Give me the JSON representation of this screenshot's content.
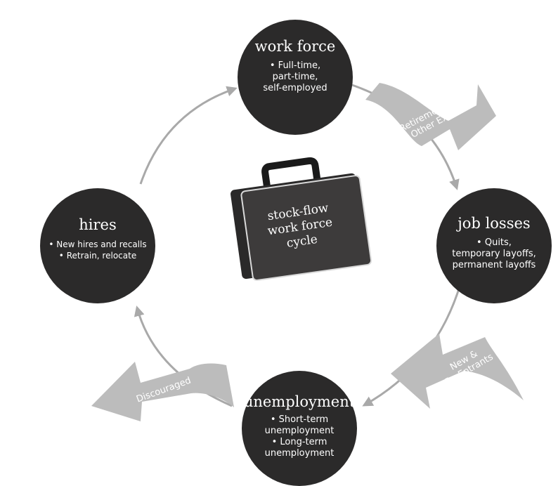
{
  "colors": {
    "circle": "#2b2a2a",
    "arrow": "#a9a9a9",
    "band": "#bcbcbc",
    "text_on_dark": "#ffffff"
  },
  "nodes": {
    "work_force": {
      "title": "work force",
      "lines": [
        "• Full-time,",
        "part-time,",
        "self-employed"
      ]
    },
    "job_losses": {
      "title": "job losses",
      "lines": [
        "• Quits,",
        "temporary layoffs,",
        "permanent layoffs"
      ]
    },
    "unemployment": {
      "title": "unemployment",
      "lines": [
        "• Short-term",
        "unemployment",
        "• Long-term",
        "unemployment"
      ]
    },
    "hires": {
      "title": "hires",
      "lines": [
        "• New hires and recalls",
        "• Retrain, relocate"
      ]
    }
  },
  "center": {
    "icon": "briefcase-icon",
    "lines": [
      "stock-flow",
      "work force",
      "cycle"
    ]
  },
  "flows": {
    "retirements": [
      "Retirements",
      "& Other Exits"
    ],
    "new_entrants": [
      "New &",
      "Re-Entrants"
    ],
    "discouraged": [
      "Discouraged"
    ]
  }
}
